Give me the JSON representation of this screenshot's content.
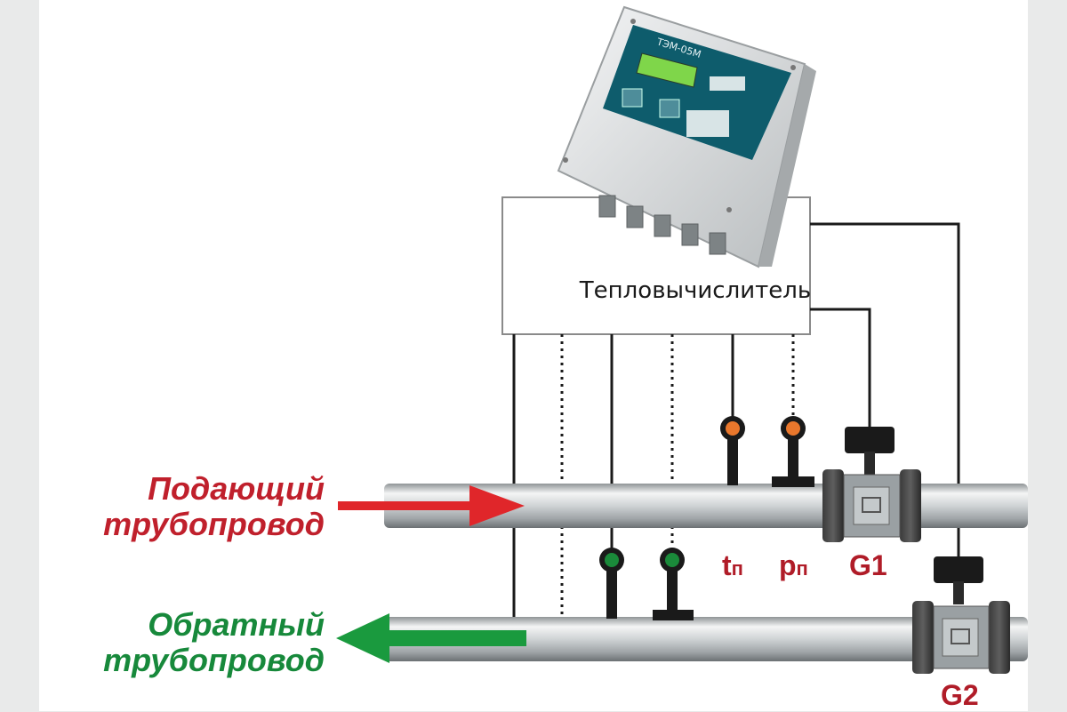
{
  "calculator": {
    "label": "Тепловычислитель",
    "device_brand": "ТЭМ-05М"
  },
  "pipes": {
    "supply": {
      "line1": "Подающий",
      "line2": "трубопровод",
      "color": "#c0202c"
    },
    "return": {
      "line1": "Обратный",
      "line2": "трубопровод",
      "color": "#17893b"
    }
  },
  "sensors": {
    "temperature_supply": {
      "main": "t",
      "sub": "п"
    },
    "pressure_supply": {
      "main": "p",
      "sub": "п"
    },
    "flow_supply": "G1",
    "flow_return": "G2"
  },
  "colors": {
    "orange_sensor": "#e9772c",
    "green_sensor": "#1a8a3a",
    "device_panel": "#0e5c6c",
    "display_green": "#7fd64a",
    "pipe_gray": "#bfc3c5"
  }
}
